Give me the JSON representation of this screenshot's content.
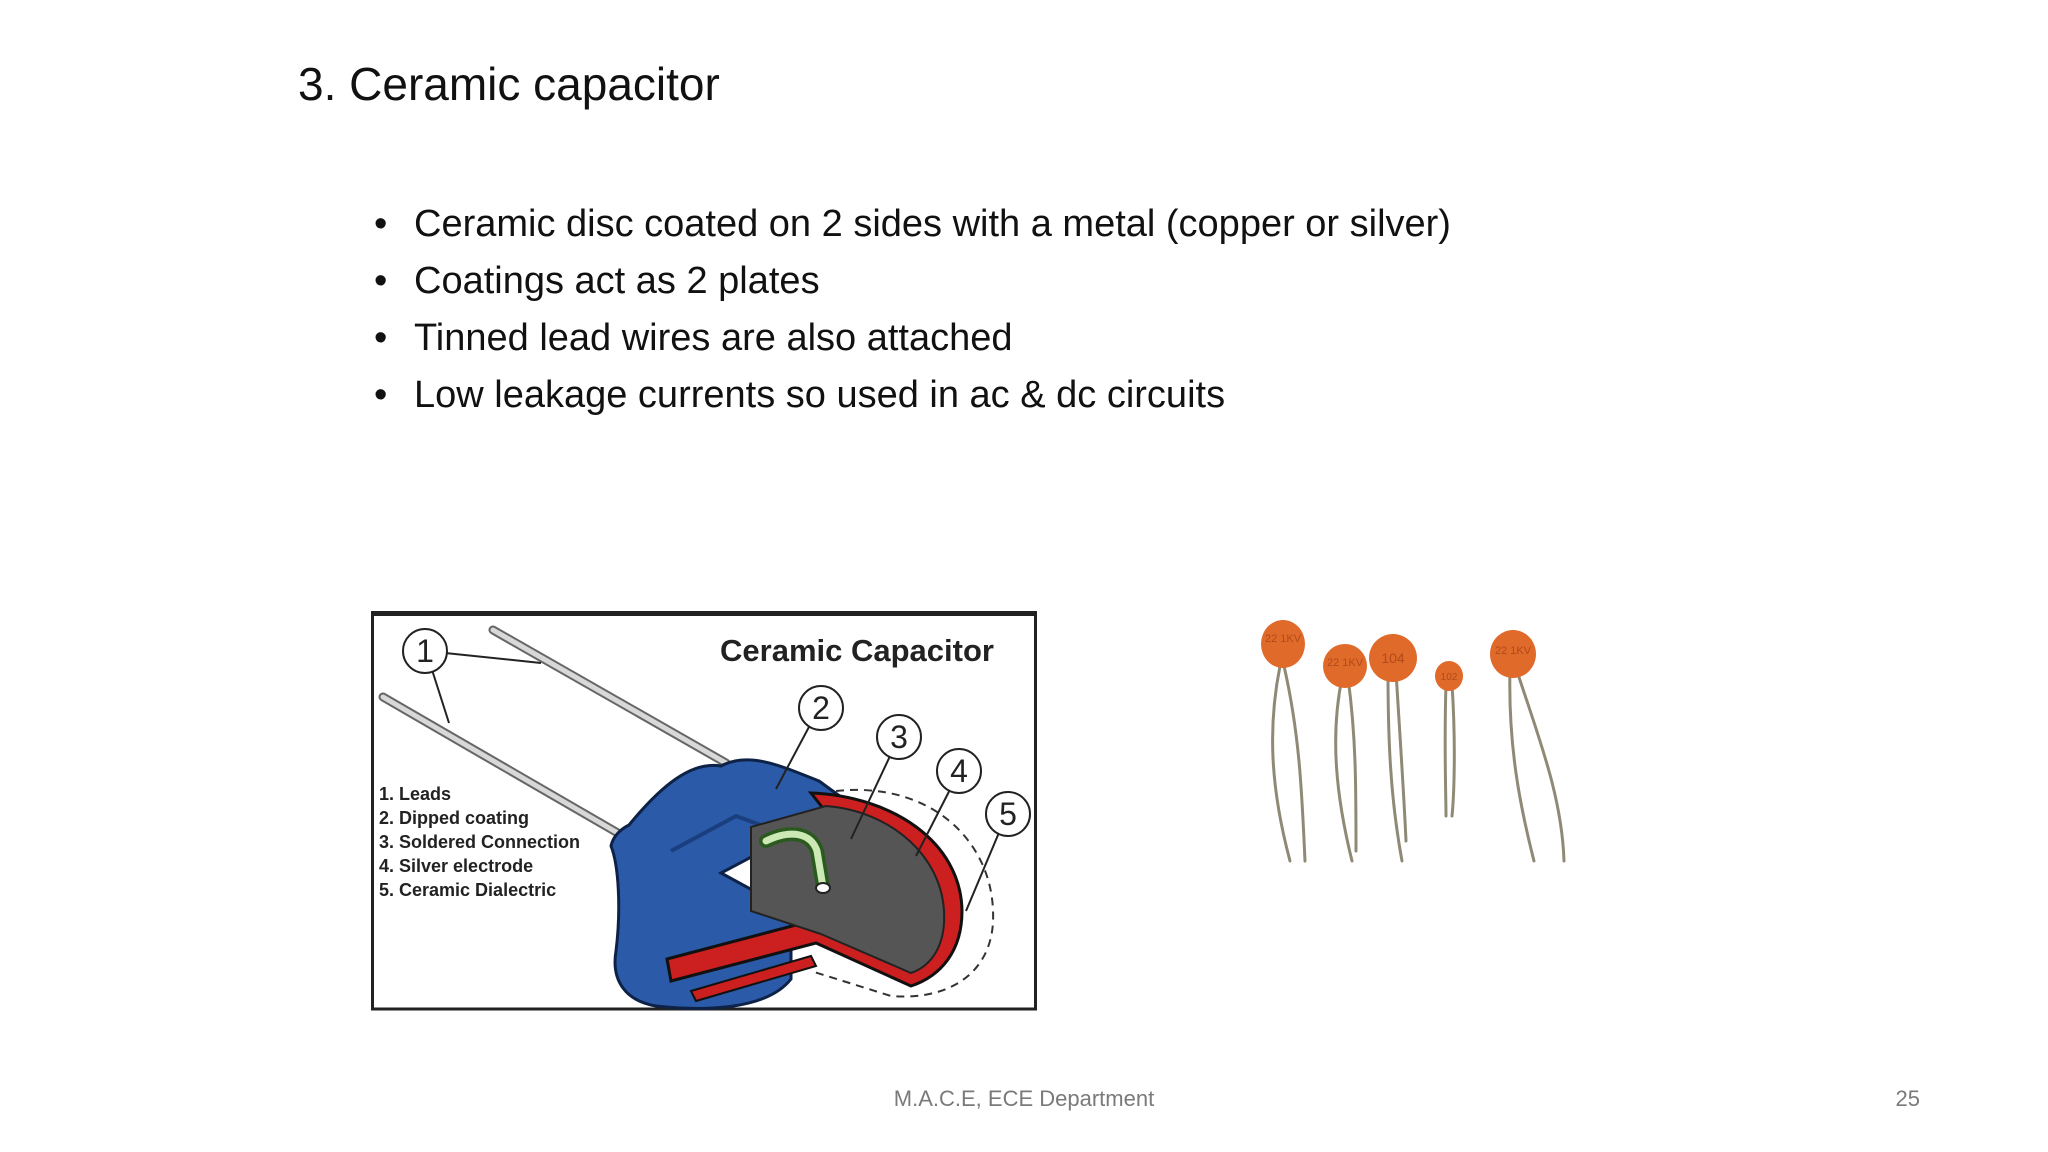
{
  "slide": {
    "title": "3. Ceramic capacitor",
    "bullets": [
      "Ceramic disc coated on 2 sides with a metal (copper or silver)",
      "Coatings act as 2 plates",
      "Tinned lead wires are also attached",
      "Low leakage currents so used in ac & dc circuits"
    ]
  },
  "diagram": {
    "heading": "Ceramic Capacitor",
    "callouts": [
      "1",
      "2",
      "3",
      "4",
      "5"
    ],
    "legend": [
      "1. Leads",
      "2. Dipped coating",
      "3. Soldered Connection",
      "4. Silver electrode",
      "5. Ceramic Dialectric"
    ],
    "colors": {
      "coating": "#2a5aa8",
      "dielectric": "#cc1f1f",
      "electrode": "#555555",
      "solder": "#9fd08a"
    }
  },
  "photo": {
    "markings": [
      "22 1KV",
      "22 1KV",
      "104",
      "102",
      "22 1KV"
    ],
    "body_color": "#e06a2a"
  },
  "footer": {
    "center": "M.A.C.E, ECE Department",
    "page": "25"
  }
}
